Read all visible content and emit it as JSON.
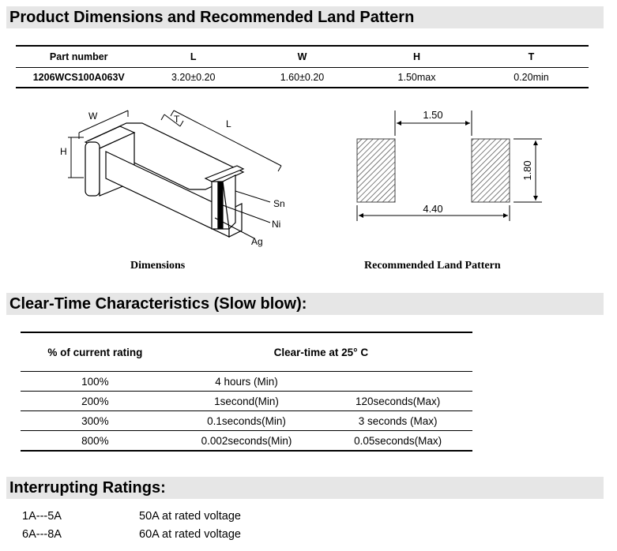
{
  "sections": {
    "dimensions_title": "Product Dimensions and Recommended Land Pattern",
    "clear_time_title": "Clear-Time Characteristics (Slow blow):",
    "interrupting_title": "Interrupting Ratings:"
  },
  "dim_table": {
    "headers": [
      "Part number",
      "L",
      "W",
      "H",
      "T"
    ],
    "row": [
      "1206WCS100A063V",
      "3.20±0.20",
      "1.60±0.20",
      "1.50max",
      "0.20min"
    ]
  },
  "diagram": {
    "labels": {
      "w": "W",
      "t": "T",
      "l": "L",
      "h": "H",
      "sn": "Sn",
      "ni": "Ni",
      "ag": "Ag"
    },
    "caption": "Dimensions"
  },
  "land_pattern": {
    "gap": "1.50",
    "height": "1.80",
    "total": "4.40",
    "caption": "Recommended Land Pattern"
  },
  "clear_time": {
    "col1_header": "% of current rating",
    "col2_header": "Clear-time at 25° C",
    "rows": [
      [
        "100%",
        "4 hours (Min)",
        ""
      ],
      [
        "200%",
        "1second(Min)",
        "120seconds(Max)"
      ],
      [
        "300%",
        "0.1seconds(Min)",
        "3 seconds (Max)"
      ],
      [
        "800%",
        "0.002seconds(Min)",
        "0.05seconds(Max)"
      ]
    ]
  },
  "interrupting": {
    "rows": [
      [
        "1A---5A",
        "50A at rated voltage"
      ],
      [
        "6A---8A",
        "60A at rated voltage"
      ]
    ]
  }
}
